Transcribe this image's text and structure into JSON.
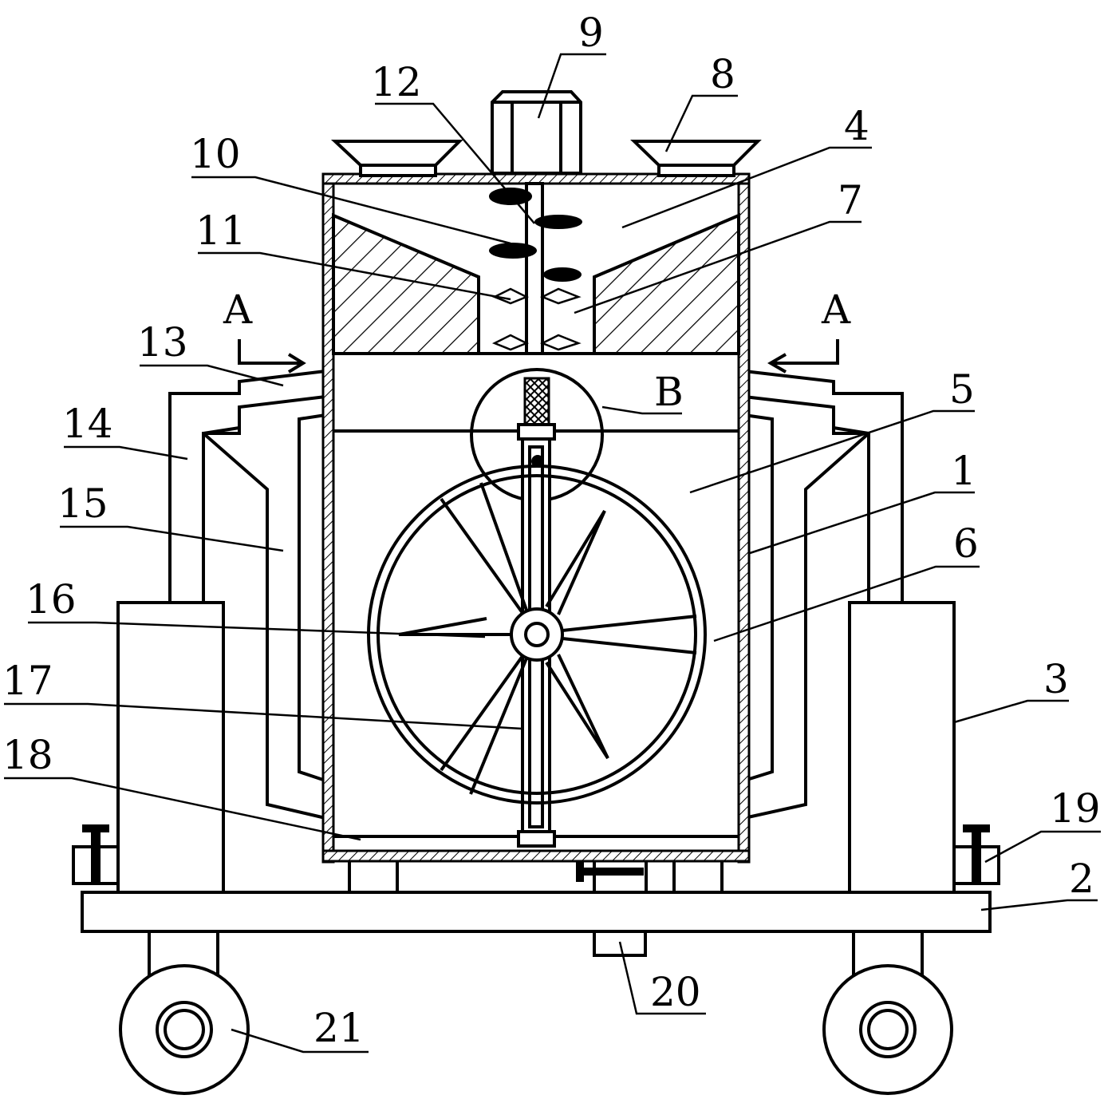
{
  "labels": [
    {
      "id": "label-1",
      "text": "1"
    },
    {
      "id": "label-2",
      "text": "2"
    },
    {
      "id": "label-3",
      "text": "3"
    },
    {
      "id": "label-4",
      "text": "4"
    },
    {
      "id": "label-5",
      "text": "5"
    },
    {
      "id": "label-6",
      "text": "6"
    },
    {
      "id": "label-7",
      "text": "7"
    },
    {
      "id": "label-8",
      "text": "8"
    },
    {
      "id": "label-9",
      "text": "9"
    },
    {
      "id": "label-10",
      "text": "10"
    },
    {
      "id": "label-11",
      "text": "11"
    },
    {
      "id": "label-12",
      "text": "12"
    },
    {
      "id": "label-13",
      "text": "13"
    },
    {
      "id": "label-14",
      "text": "14"
    },
    {
      "id": "label-15",
      "text": "15"
    },
    {
      "id": "label-16",
      "text": "16"
    },
    {
      "id": "label-17",
      "text": "17"
    },
    {
      "id": "label-18",
      "text": "18"
    },
    {
      "id": "label-19",
      "text": "19"
    },
    {
      "id": "label-20",
      "text": "20"
    },
    {
      "id": "label-21",
      "text": "21"
    }
  ],
  "section_marks": {
    "left": "A",
    "right": "A"
  },
  "detail_mark": "B"
}
